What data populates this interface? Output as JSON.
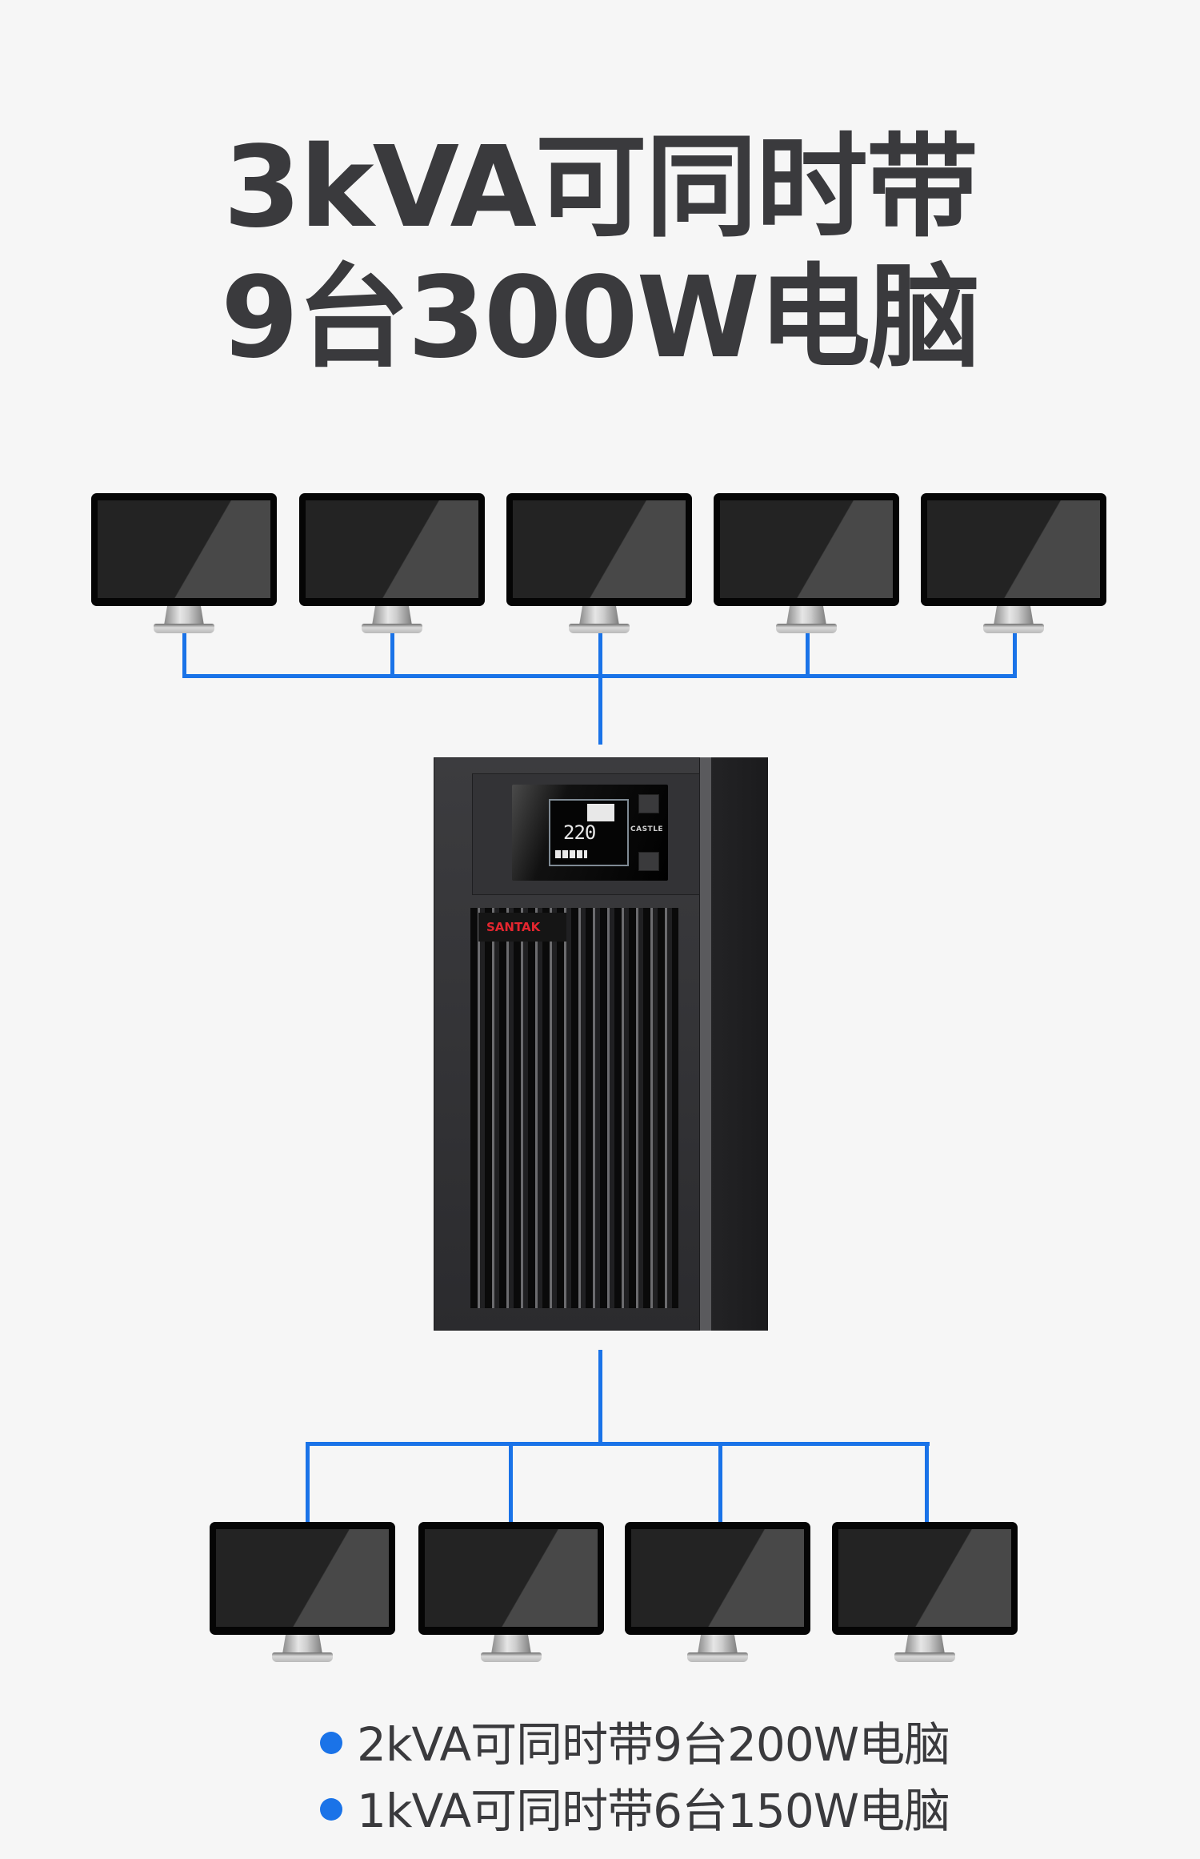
{
  "headline": {
    "line1": "3kVA可同时带",
    "line2": "9台300W电脑"
  },
  "diagram": {
    "wire_color": "#1a73e8",
    "top_row_count": 5,
    "bottom_row_count": 4,
    "ups": {
      "brand": "SANTAK",
      "model_label": "CASTLE",
      "display_reading": "220",
      "brand_color": "#e4262f"
    }
  },
  "notes": [
    {
      "text": "2kVA可同时带9台200W电脑"
    },
    {
      "text": "1kVA可同时带6台150W电脑"
    }
  ],
  "colors": {
    "background": "#f6f6f6",
    "text": "#3a3a3d",
    "accent": "#1a73e8"
  }
}
